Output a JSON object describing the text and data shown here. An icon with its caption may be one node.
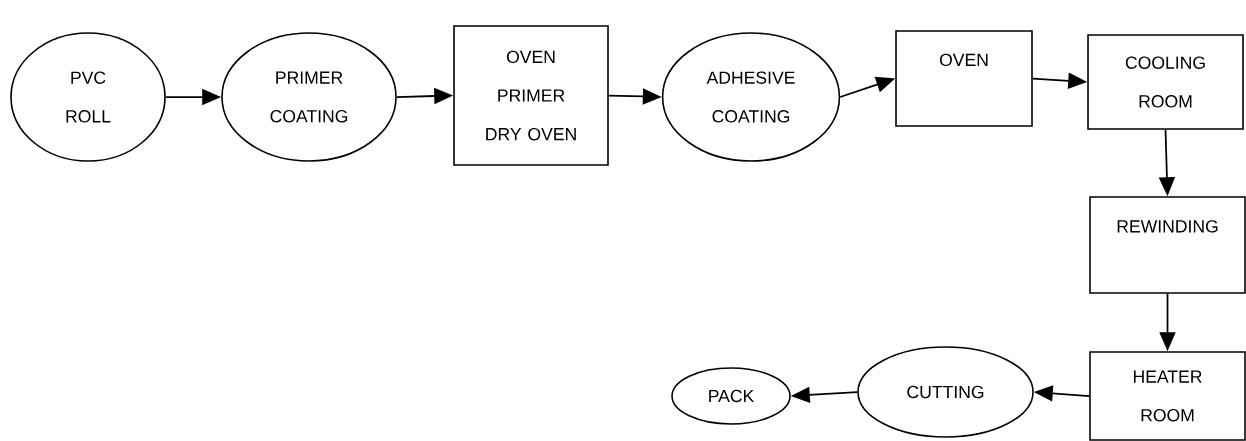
{
  "diagram": {
    "nodes": [
      {
        "text": [
          "PVC ROLL"
        ]
      },
      {
        "text": [
          "PRIMER COATING"
        ]
      },
      {
        "text": [
          "OVEN PRIMER DRY OVEN"
        ]
      },
      {
        "text": [
          "ADHESIVE COATING"
        ]
      },
      {
        "text": [
          "OVEN"
        ]
      },
      {
        "text": [
          "COOLING ROOM"
        ]
      },
      {
        "text": [
          "REWINDING"
        ]
      },
      {
        "text": [
          "HEATER ROOM"
        ]
      },
      {
        "text": [
          "CUTTING"
        ]
      },
      {
        "text": [
          "PACK"
        ]
      }
    ],
    "edges": [
      {
        "from": 0,
        "to": 1,
        "arrow": "to"
      },
      {
        "from": 1,
        "to": 2,
        "arrow": "to"
      },
      {
        "from": 2,
        "to": 3,
        "arrow": "to"
      },
      {
        "from": 3,
        "to": 4,
        "arrow": "to"
      },
      {
        "from": 4,
        "to": 5,
        "arrow": "to"
      },
      {
        "from": 5,
        "to": 6,
        "arrow": "to"
      },
      {
        "from": 6,
        "to": 7,
        "arrow": "to"
      },
      {
        "from": 7,
        "to": 8,
        "arrow": "to"
      },
      {
        "from": 8,
        "to": 9,
        "arrow": "to"
      }
    ]
  }
}
